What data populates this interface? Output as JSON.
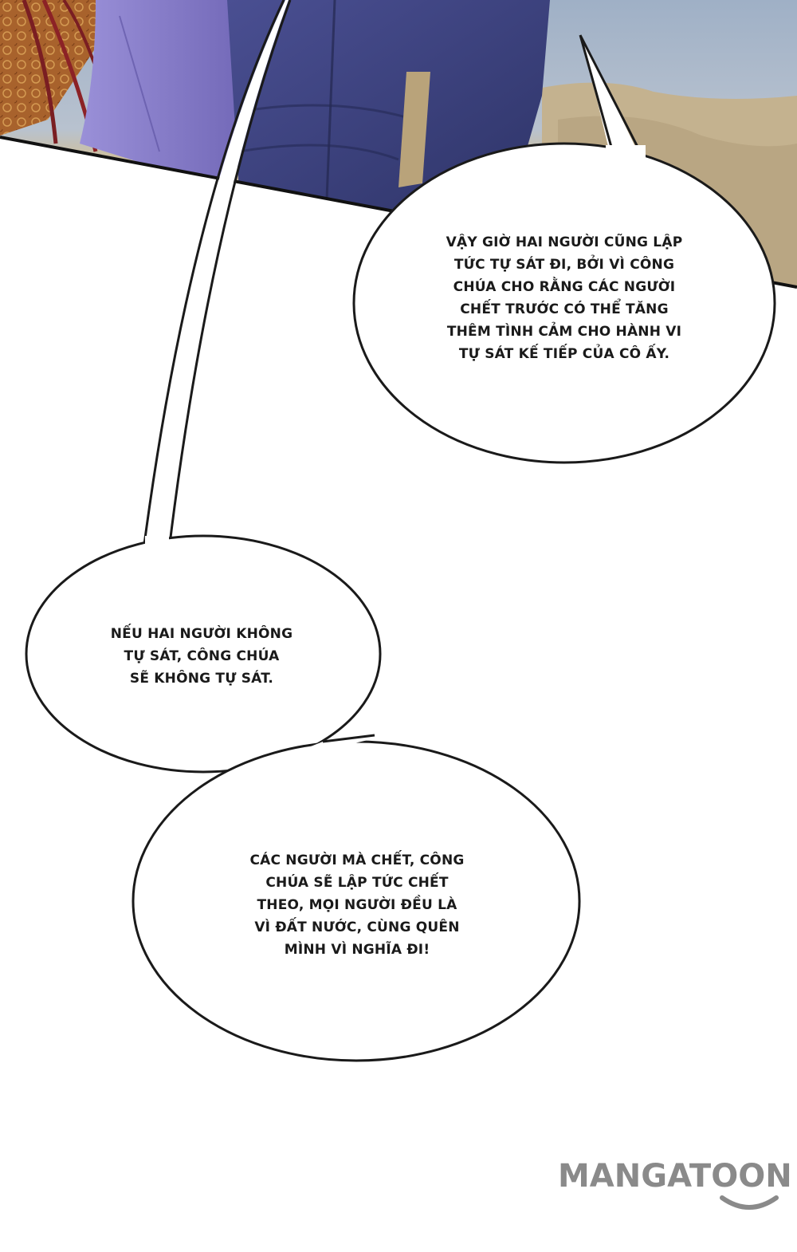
{
  "colors": {
    "bubble_fill": "#ffffff",
    "bubble_stroke": "#1a1a1a",
    "text": "#1a1a1a",
    "watermark": "#8a8a8a",
    "robe_dark": "#3a3f78",
    "robe_light": "#7a72c0",
    "robe_gold": "#b0703a",
    "sky": "#a9b6c8",
    "desert": "#c9b898"
  },
  "bubbles": {
    "top_right": {
      "lines": [
        "VẬY GIỜ HAI NGƯỜI CŨNG LẬP",
        "TỨC TỰ SÁT ĐI, BỞI VÌ CÔNG",
        "CHÚA CHO RẰNG CÁC NGƯỜI",
        "CHẾT TRƯỚC CÓ THỂ TĂNG",
        "THÊM TÌNH CẢM CHO HÀNH VI",
        "TỰ SÁT KẾ TIẾP CỦA CÔ ẤY."
      ]
    },
    "middle_left": {
      "lines": [
        "NẾU HAI NGƯỜI KHÔNG",
        "TỰ SÁT, CÔNG CHÚA",
        "SẼ KHÔNG TỰ SÁT."
      ]
    },
    "bottom": {
      "lines": [
        "CÁC NGƯỜI MÀ CHẾT, CÔNG",
        "CHÚA SẼ LẬP TỨC CHẾT",
        "THEO, MỌI NGƯỜI ĐỀU LÀ",
        "VÌ ĐẤT NƯỚC, CÙNG QUÊN",
        "MÌNH VÌ NGHĨA ĐI!"
      ]
    }
  },
  "watermark": {
    "text": "MANGATOON",
    "icon": "smile-icon"
  }
}
